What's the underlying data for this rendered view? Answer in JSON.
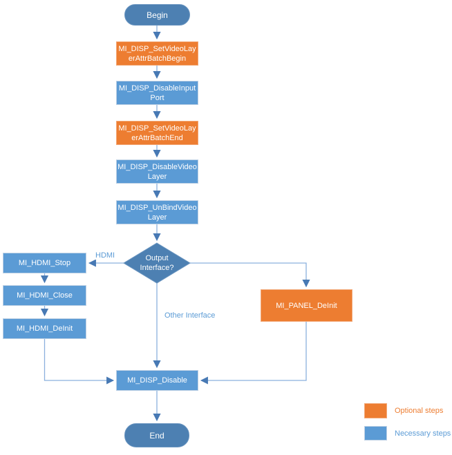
{
  "diagram": {
    "nodes": {
      "begin": "Begin",
      "set_videolayer_attr_batch_begin": "MI_DISP_SetVideoLayerAttrBatchBegin",
      "disable_input_port": "MI_DISP_DisableInputPort",
      "set_videolayer_attr_batch_end": "MI_DISP_SetVideoLayerAttrBatchEnd",
      "disable_video_layer": "MI_DISP_DisableVideoLayer",
      "unbind_video_layer": "MI_DISP_UnBindVideoLayer",
      "output_interface_decision": "Output Interface?",
      "hdmi_stop": "MI_HDMI_Stop",
      "hdmi_close": "MI_HDMI_Close",
      "hdmi_deinit": "MI_HDMI_DeInit",
      "panel_deinit": "MI_PANEL_DeInit",
      "disp_disable": "MI_DISP_Disable",
      "end": "End"
    },
    "edge_labels": {
      "hdmi": "HDMI",
      "other_interface": "Other Interface"
    },
    "legend": {
      "optional": {
        "label": "Optional steps",
        "color": "#ED7D31"
      },
      "necessary": {
        "label": "Necessary steps",
        "color": "#5B9BD5"
      }
    },
    "colors": {
      "optional_fill": "#ED7D31",
      "optional_border": "#F2A878",
      "necessary_fill": "#5B9BD5",
      "necessary_border": "#BDD0E4",
      "terminal_fill": "#4D80B2",
      "connector_line": "#8AB0DD",
      "arrowhead": "#4779B4",
      "edge_label_text": "#5B9BD5"
    }
  }
}
